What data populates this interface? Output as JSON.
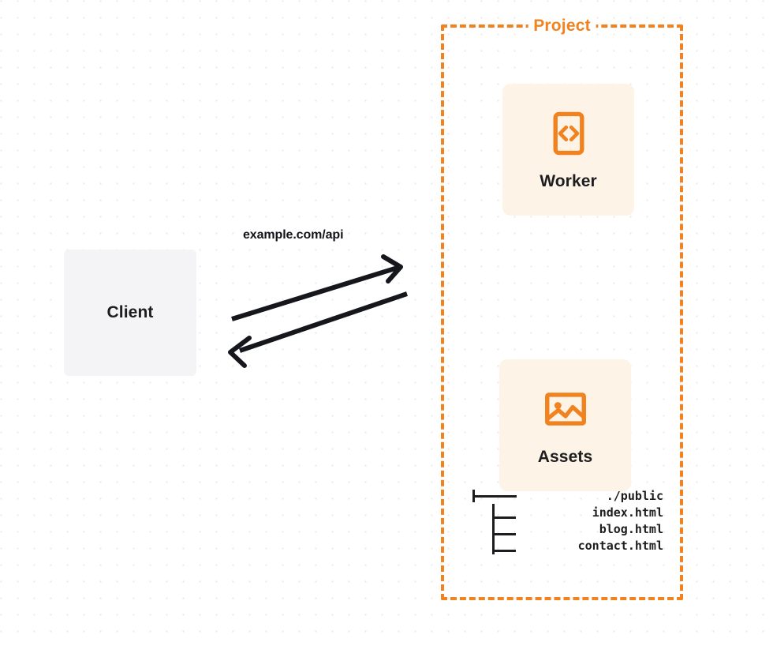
{
  "diagram": {
    "title": "Project",
    "background": "dotted-grid",
    "accent_color": "#f0831f",
    "text_color": "#1d1d1f",
    "client_surface_color": "#f4f4f6",
    "card_surface_color": "#fdf3e7"
  },
  "client": {
    "label": "Client"
  },
  "connection": {
    "label": "example.com/api",
    "request_direction": "client-to-project",
    "response_direction": "project-to-client",
    "stroke_color": "#1d1d1f"
  },
  "project": {
    "label": "Project",
    "cards": [
      {
        "label": "Worker",
        "icon": "code-brackets-icon"
      },
      {
        "label": "Assets",
        "icon": "image-picture-icon"
      }
    ],
    "file_tree": {
      "root": "./public",
      "children": [
        "index.html",
        "blog.html",
        "contact.html"
      ]
    }
  }
}
